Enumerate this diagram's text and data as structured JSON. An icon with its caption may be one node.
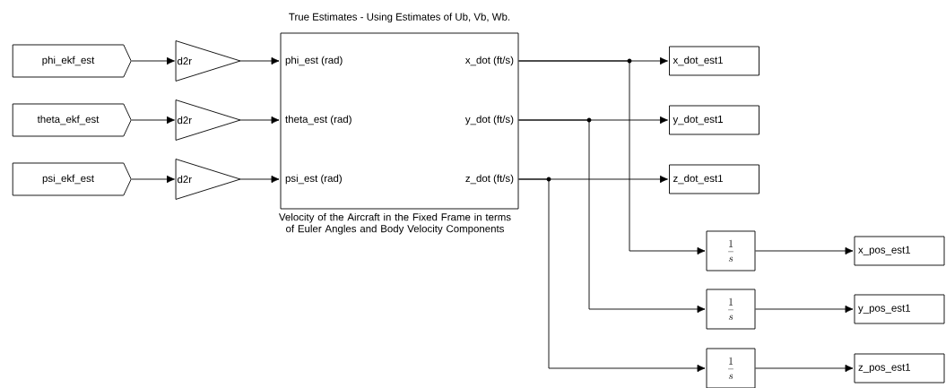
{
  "diagram": {
    "nodes": [
      {
        "text": [
          "phi_ekf_est"
        ]
      },
      {
        "text": [
          "theta_ekf_est"
        ]
      },
      {
        "text": [
          "psi_ekf_est"
        ]
      },
      {
        "text": [
          "d2r"
        ]
      },
      {
        "text": [
          "d2r"
        ]
      },
      {
        "text": [
          "d2r"
        ]
      },
      {
        "text": [
          "phi_est (rad)",
          "theta_est (rad)",
          "psi_est (rad)",
          "x_dot (ft/s)",
          "y_dot (ft/s)",
          "z_dot (ft/s)"
        ],
        "beside": [
          "True Estimates - Using Estimates of Ub, Vb, Wb.",
          "Velocity of the Aircraft in the Fixed Frame in terms of Euler Angles and Body Velocity Components"
        ]
      },
      {
        "text": [
          "x_dot_est1"
        ]
      },
      {
        "text": [
          "y_dot_est1"
        ]
      },
      {
        "text": [
          "z_dot_est1"
        ]
      },
      {
        "text": [
          "\\frac{1}{s}"
        ]
      },
      {
        "text": [
          "\\frac{1}{s}"
        ]
      },
      {
        "text": [
          "\\frac{1}{s}"
        ]
      },
      {
        "text": [
          "x_pos_est1"
        ]
      },
      {
        "text": [
          "y_pos_est1"
        ]
      },
      {
        "text": [
          "z_pos_est1"
        ]
      }
    ],
    "edges": [
      {
        "from": 0,
        "to": 3,
        "arrow": "to"
      },
      {
        "from": 1,
        "to": 4,
        "arrow": "to"
      },
      {
        "from": 2,
        "to": 5,
        "arrow": "to"
      },
      {
        "from": 3,
        "to": 6,
        "arrow": "to"
      },
      {
        "from": 4,
        "to": 6,
        "arrow": "to"
      },
      {
        "from": 5,
        "to": 6,
        "arrow": "to"
      },
      {
        "from": 6,
        "to": 7,
        "arrow": "to"
      },
      {
        "from": 6,
        "to": 8,
        "arrow": "to"
      },
      {
        "from": 6,
        "to": 9,
        "arrow": "to"
      },
      {
        "from": 6,
        "to": 10,
        "arrow": "to"
      },
      {
        "from": 6,
        "to": 11,
        "arrow": "to"
      },
      {
        "from": 6,
        "to": 12,
        "arrow": "to"
      },
      {
        "from": 10,
        "to": 13,
        "arrow": "to"
      },
      {
        "from": 11,
        "to": 14,
        "arrow": "to"
      },
      {
        "from": 12,
        "to": 15,
        "arrow": "to"
      }
    ]
  }
}
